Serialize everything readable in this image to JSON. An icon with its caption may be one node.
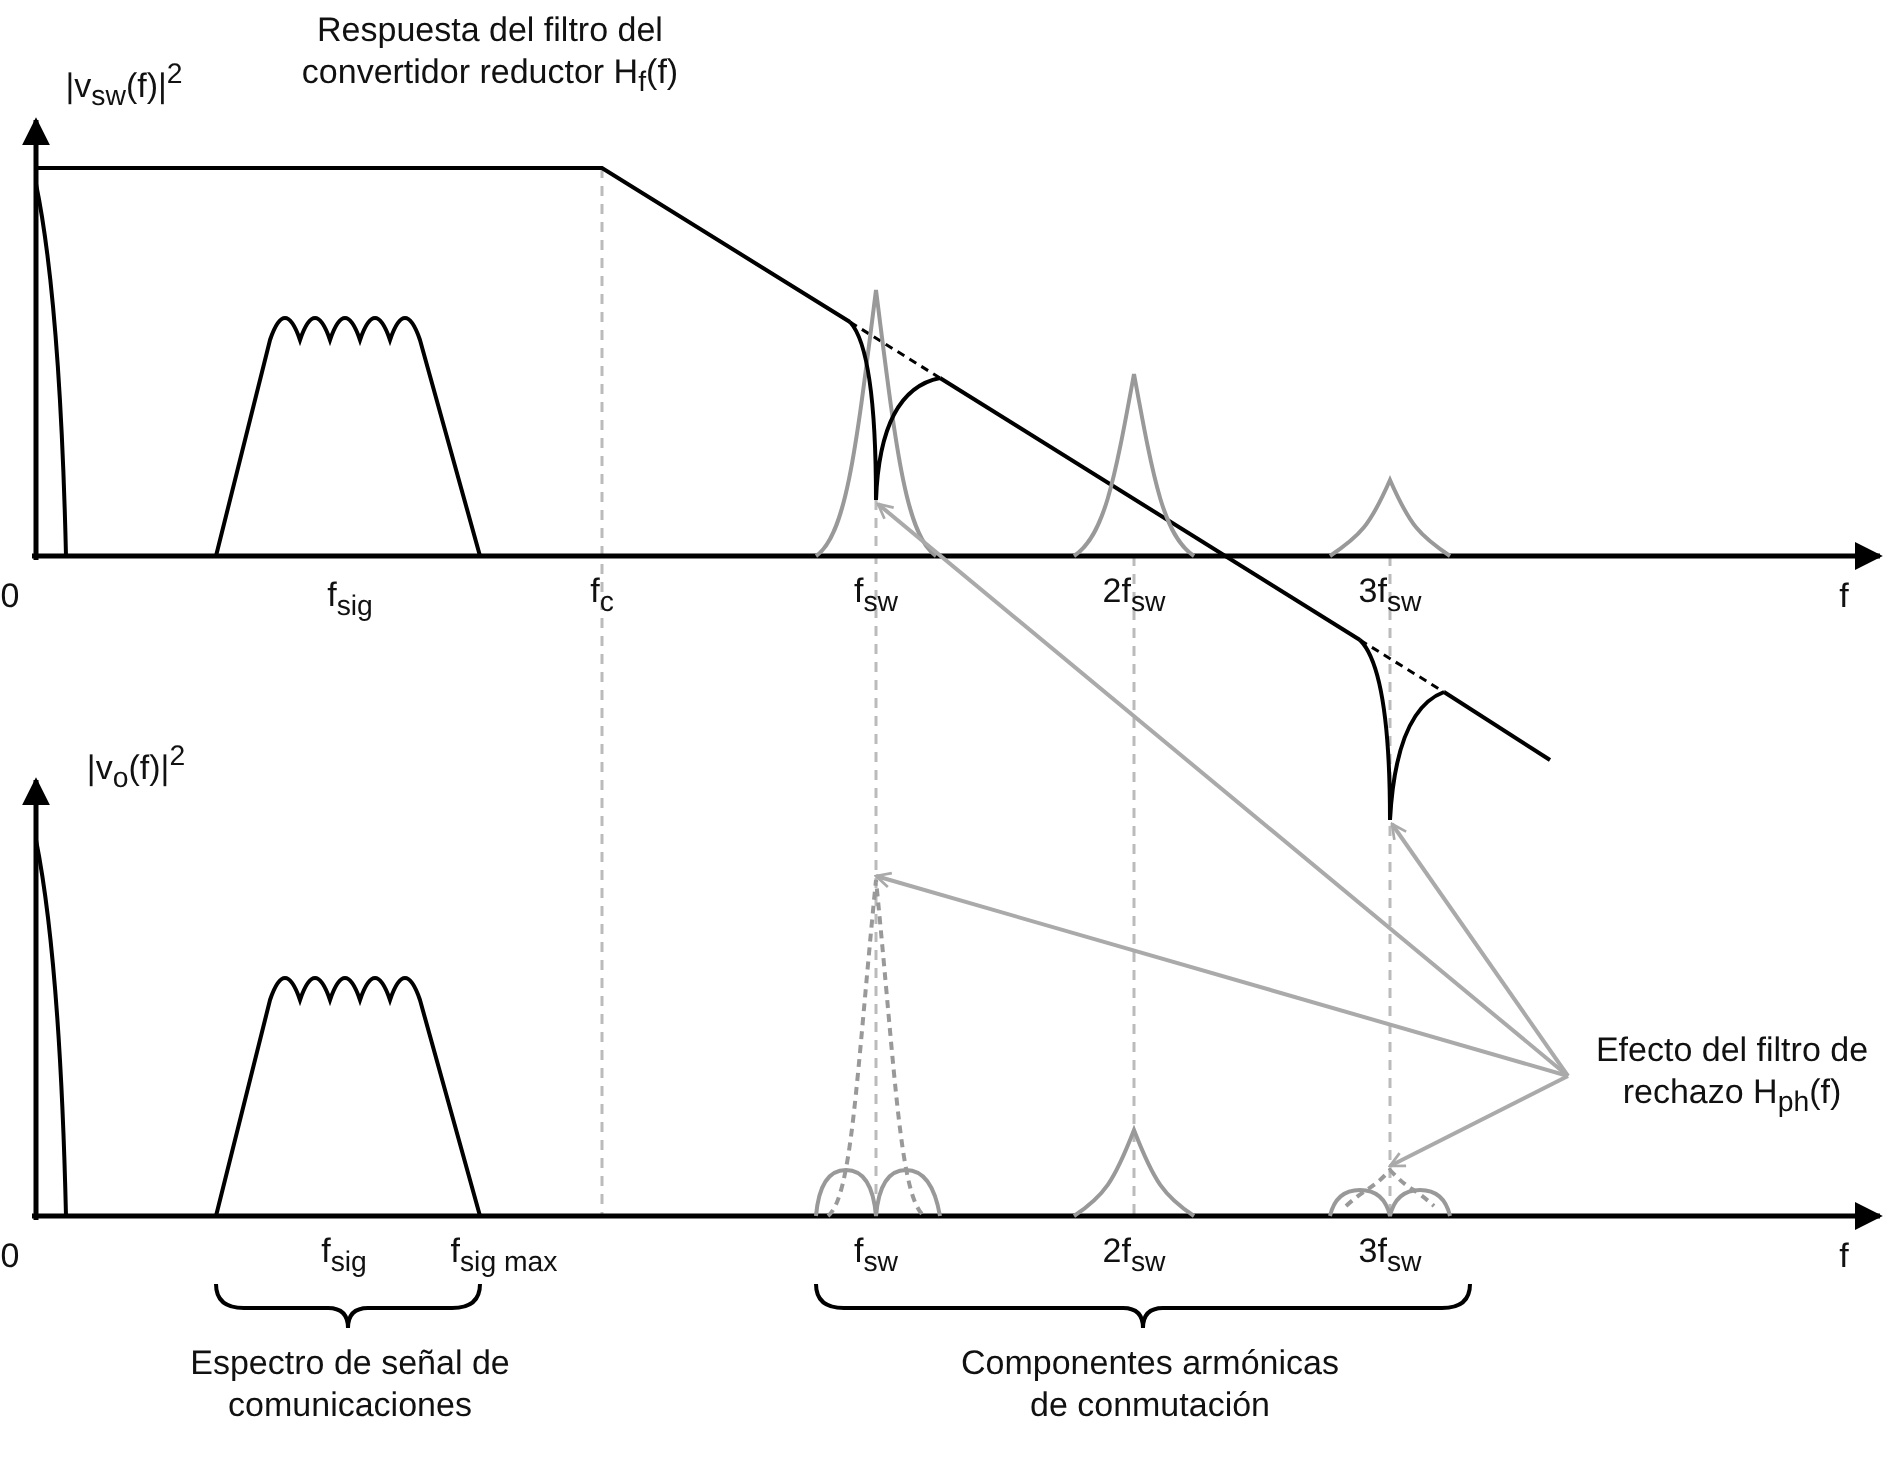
{
  "diagram": {
    "nodes": [
      {
        "text": [
          "Efecto del filtro de rechazo H$_{ph}$(f)"
        ]
      },
      {
        "text": [],
        "shape": "notch"
      },
      {
        "text": [],
        "shape": "notch"
      },
      {
        "text": [],
        "shape": "peak"
      },
      {
        "text": [],
        "shape": "peak"
      }
    ],
    "edges": [
      {
        "from": 0,
        "to": 1,
        "arrow": "to"
      },
      {
        "from": 0,
        "to": 2,
        "arrow": "to"
      },
      {
        "from": 0,
        "to": 3,
        "arrow": "to"
      },
      {
        "from": 0,
        "to": 4,
        "arrow": "to"
      }
    ],
    "labels": [
      "|v$_{sw}$(f)|$^{2}$",
      "Respuesta del filtro del convertidor reductor H$_{f}$(f)",
      "0",
      "f$_{sig}$",
      "f$_{c}$",
      "f$_{sw}$",
      "2f$_{sw}$",
      "3f$_{sw}$",
      "f",
      "|v$_{o}$(f)|$^{2}$",
      "0",
      "f$_{sig}$",
      "f$_{sig max}$",
      "f$_{sw}$",
      "2f$_{sw}$",
      "3f$_{sw}$",
      "f",
      "Espectro de señal de comunicaciones",
      "Componentes armónicas de conmutación"
    ]
  }
}
